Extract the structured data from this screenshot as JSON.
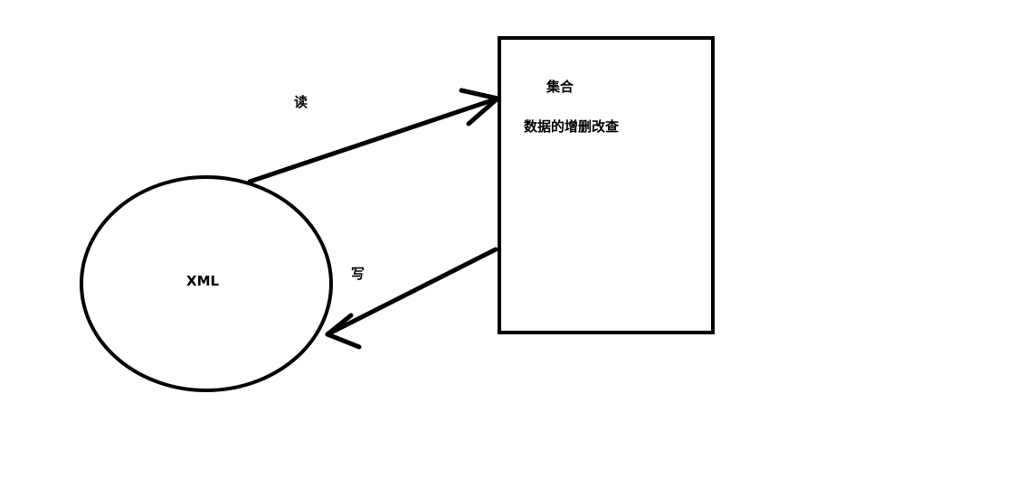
{
  "diagram": {
    "nodes": {
      "xml": {
        "label": "XML",
        "shape": "ellipse"
      },
      "collection": {
        "title": "集合",
        "subtitle": "数据的增删改查",
        "shape": "rectangle"
      }
    },
    "edges": {
      "read": {
        "from": "xml",
        "to": "collection",
        "label": "读"
      },
      "write": {
        "from": "collection",
        "to": "xml",
        "label": "写"
      }
    },
    "colors": {
      "stroke": "#000000",
      "background": "#ffffff"
    }
  }
}
